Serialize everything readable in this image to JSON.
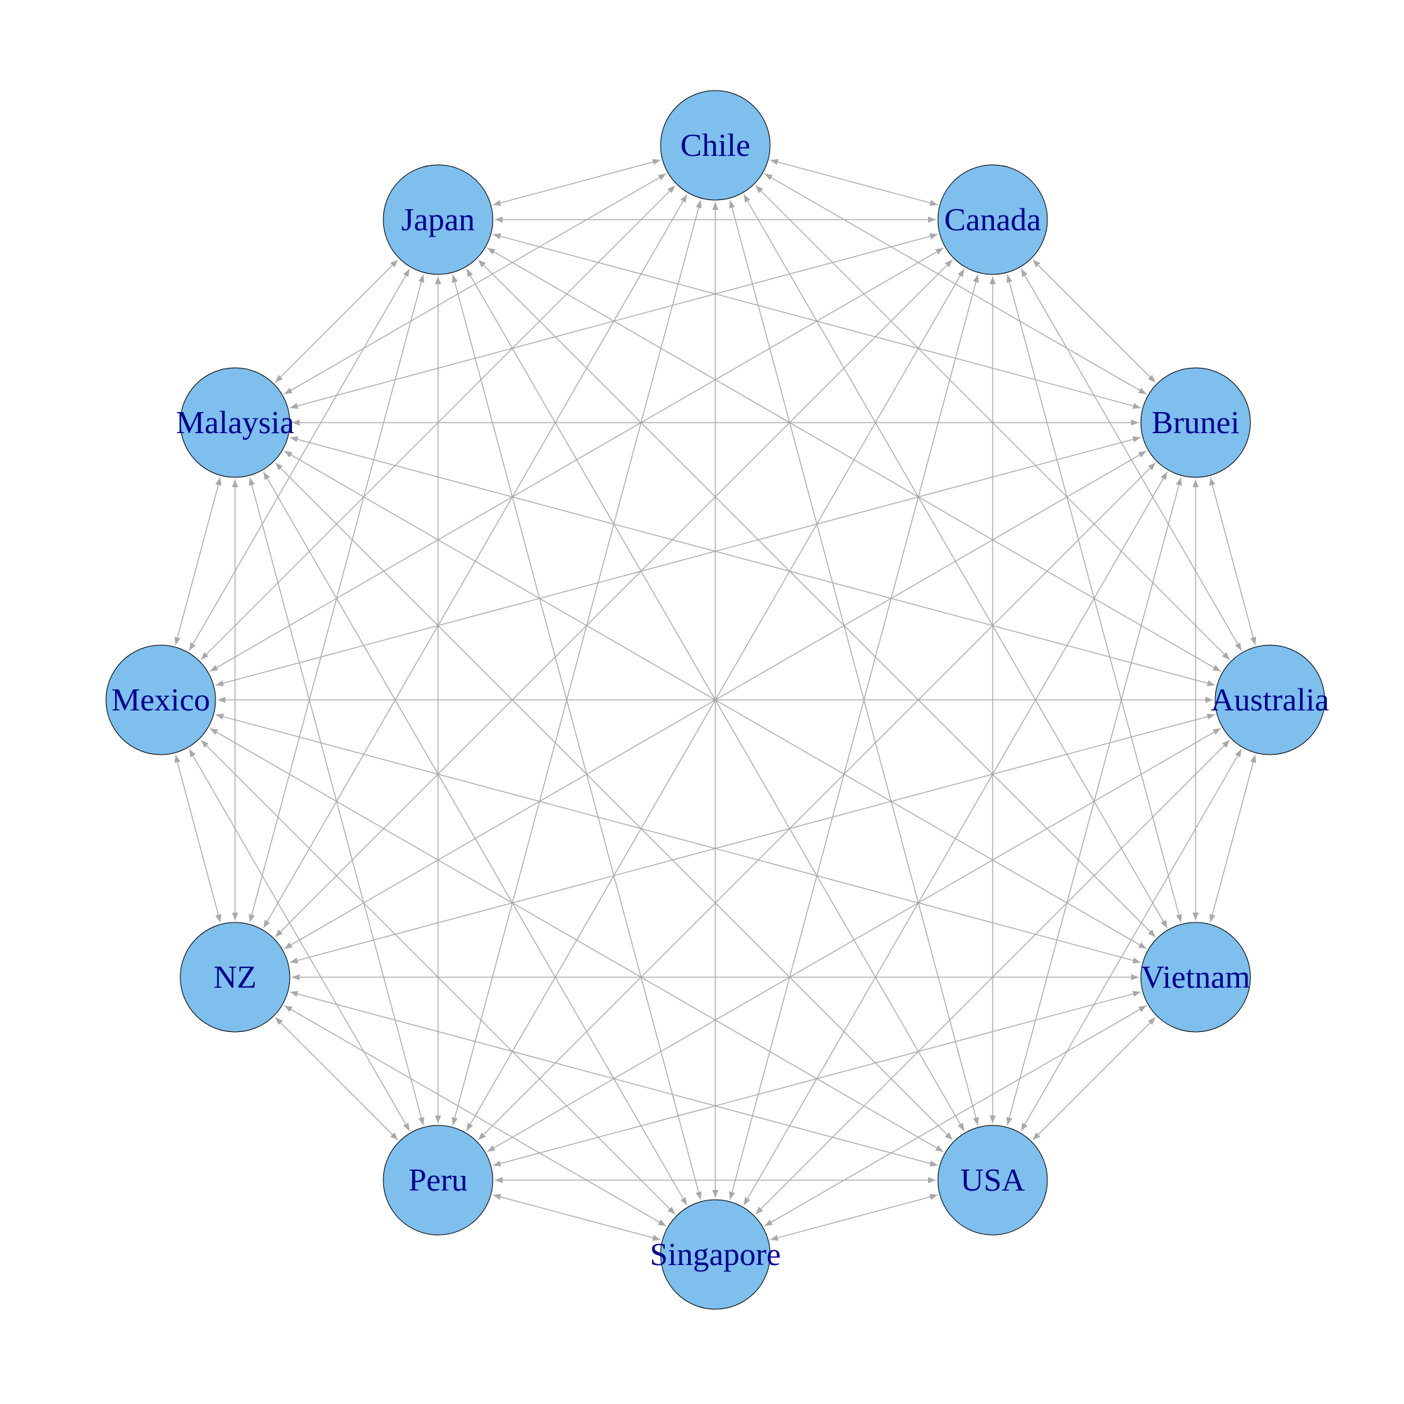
{
  "graph": {
    "layout": "circle",
    "directed": true,
    "edges_mode": "complete-mutual",
    "colors": {
      "node_fill": "#7FBFEE",
      "node_stroke": "#000000",
      "label": "#00008B",
      "edge": "#A8A8A8"
    },
    "nodes": [
      {
        "id": "chile",
        "label": "Chile"
      },
      {
        "id": "canada",
        "label": "Canada"
      },
      {
        "id": "brunei",
        "label": "Brunei"
      },
      {
        "id": "australia",
        "label": "Australia"
      },
      {
        "id": "vietnam",
        "label": "Vietnam"
      },
      {
        "id": "usa",
        "label": "USA"
      },
      {
        "id": "singapore",
        "label": "Singapore"
      },
      {
        "id": "peru",
        "label": "Peru"
      },
      {
        "id": "nz",
        "label": "NZ"
      },
      {
        "id": "mexico",
        "label": "Mexico"
      },
      {
        "id": "malaysia",
        "label": "Malaysia"
      },
      {
        "id": "japan",
        "label": "Japan"
      }
    ]
  }
}
